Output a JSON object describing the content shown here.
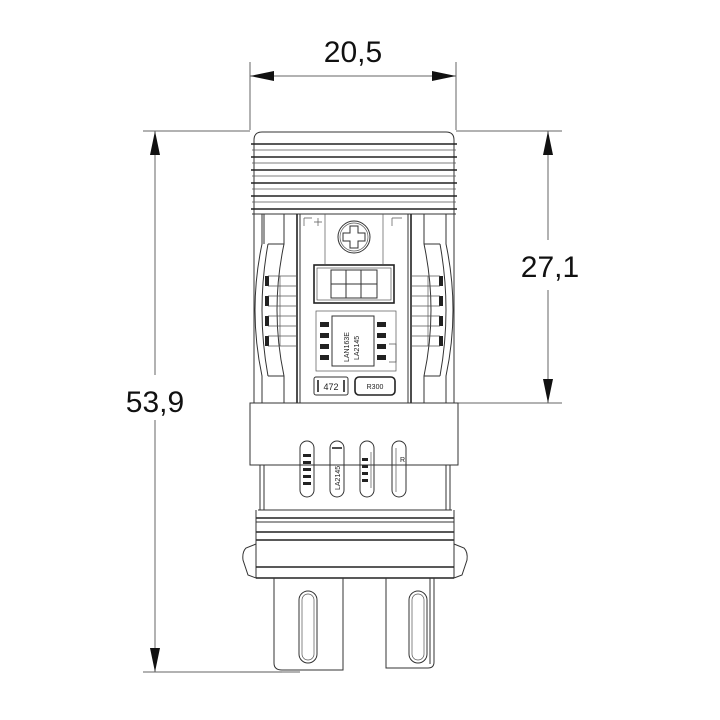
{
  "drawing": {
    "subject": "LED bulb (3157 base) dimensional drawing",
    "units": "mm",
    "dimensions": {
      "width": {
        "label": "20,5",
        "value": 20.5
      },
      "total_height": {
        "label": "53,9",
        "value": 53.9
      },
      "head_height": {
        "label": "27,1",
        "value": 27.1
      }
    },
    "components": {
      "driver_ic": {
        "line1": "LAN163E",
        "line2": "LA2145"
      },
      "resistor_left": "472",
      "resistor_right": "R300",
      "side_chip_label": "LA2145",
      "side_marker": "R"
    },
    "colors": {
      "line": "#333333",
      "dimension_line": "#666666",
      "text": "#111111",
      "background": "#ffffff"
    }
  }
}
